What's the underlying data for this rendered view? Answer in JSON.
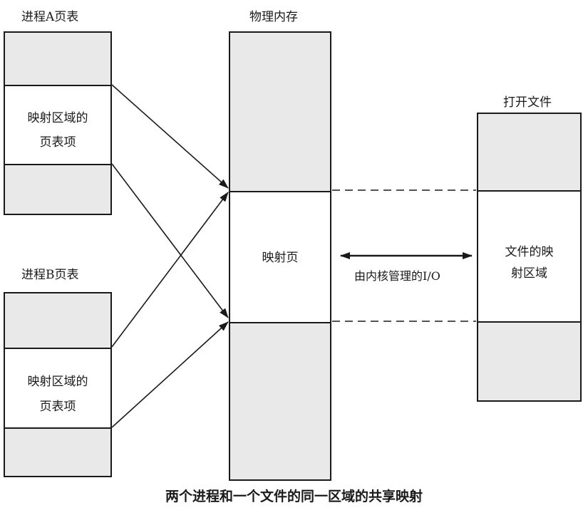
{
  "process_a": {
    "title": "进程A页表",
    "entry_line1": "映射区域的",
    "entry_line2": "页表项"
  },
  "process_b": {
    "title": "进程B页表",
    "entry_line1": "映射区域的",
    "entry_line2": "页表项"
  },
  "physical_memory": {
    "title": "物理内存",
    "mapped_page": "映射页"
  },
  "open_file": {
    "title": "打开文件",
    "region_line1": "文件的映",
    "region_line2": "射区域"
  },
  "io_label": "由内核管理的I/O",
  "caption": "两个进程和一个文件的同一区域的共享映射",
  "colors": {
    "line": "#1a1a1a",
    "shade": "#e9e9e9"
  }
}
